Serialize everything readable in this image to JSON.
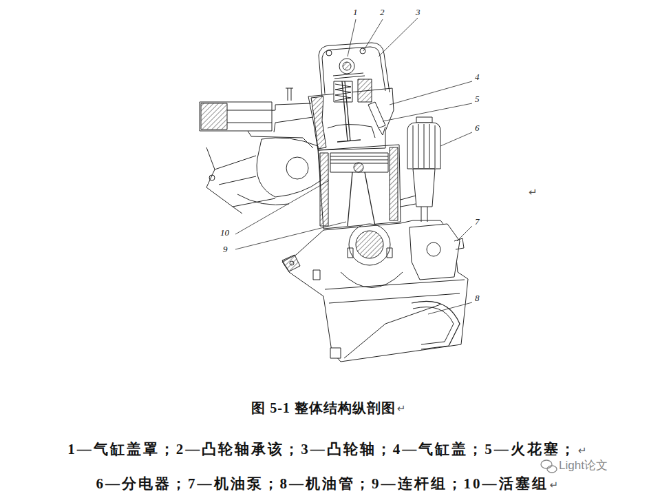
{
  "diagram": {
    "caption": "图 5-1 整体结构纵剖图",
    "labels": [
      "1",
      "2",
      "3",
      "4",
      "5",
      "6",
      "7",
      "8",
      "9",
      "10",
      "↵",
      "↵",
      "1—气缸盖罩；2—凸轮轴承该；3—凸轮轴；4—气缸盖；5—火花塞；",
      "↵",
      "6—分电器；7—机油泵；8—机油管；9—连杆组；10—活塞组",
      "↵",
      "Light论文"
    ]
  }
}
